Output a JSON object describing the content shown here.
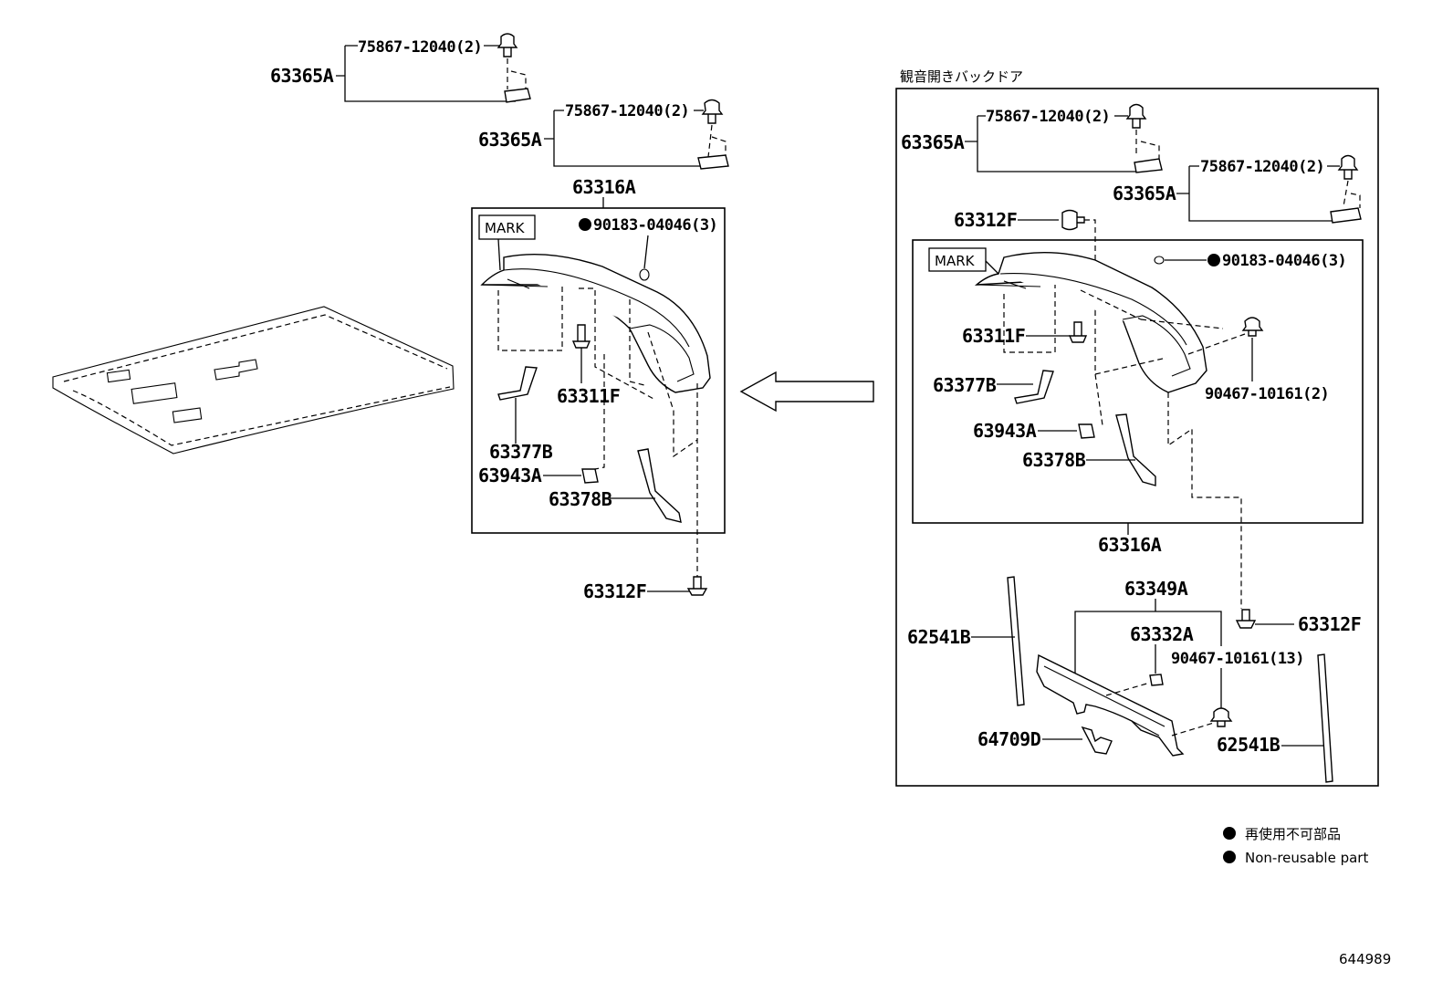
{
  "left": {
    "clip_top": {
      "part": "63365A",
      "fastener": "75867-12040(2)"
    },
    "clip_mid": {
      "part": "63365A",
      "fastener": "75867-12040(2)"
    },
    "group_label": "63316A",
    "mark": "MARK",
    "nonreusable": "90183-04046(3)",
    "p63311F": "63311F",
    "p63377B": "63377B",
    "p63943A": "63943A",
    "p63378B": "63378B",
    "p63312F": "63312F"
  },
  "right": {
    "title": "観音開きバックドア",
    "clip_a": {
      "part": "63365A",
      "fastener": "75867-12040(2)"
    },
    "clip_b": {
      "part": "63365A",
      "fastener": "75867-12040(2)"
    },
    "p63312F_top": "63312F",
    "mark": "MARK",
    "nonreusable": "90183-04046(3)",
    "p63311F": "63311F",
    "p90467_2": "90467-10161(2)",
    "p63377B": "63377B",
    "p63943A": "63943A",
    "p63378B": "63378B",
    "group_label": "63316A",
    "p63349A": "63349A",
    "p63332A": "63332A",
    "p90467_13": "90467-10161(13)",
    "p63312F_bot": "63312F",
    "p62541B_left": "62541B",
    "p62541B_right": "62541B",
    "p64709D": "64709D"
  },
  "legend": {
    "jp": "再使用不可部品",
    "en": "Non-reusable part"
  },
  "figure_id": "644989"
}
